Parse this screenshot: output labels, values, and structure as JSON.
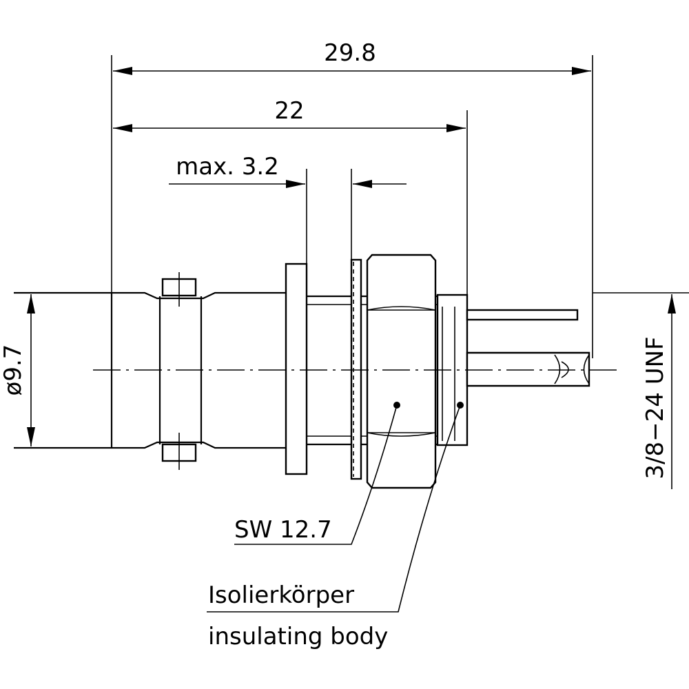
{
  "dimensions": {
    "overall_length": "29.8",
    "mount_length": "22",
    "panel_thickness": "max. 3.2",
    "diameter": "ø9.7",
    "thread": "3/8−24 UNF"
  },
  "callouts": {
    "wrench_size": "SW 12.7",
    "insulator_de": "Isolierkörper",
    "insulator_en": "insulating body"
  }
}
